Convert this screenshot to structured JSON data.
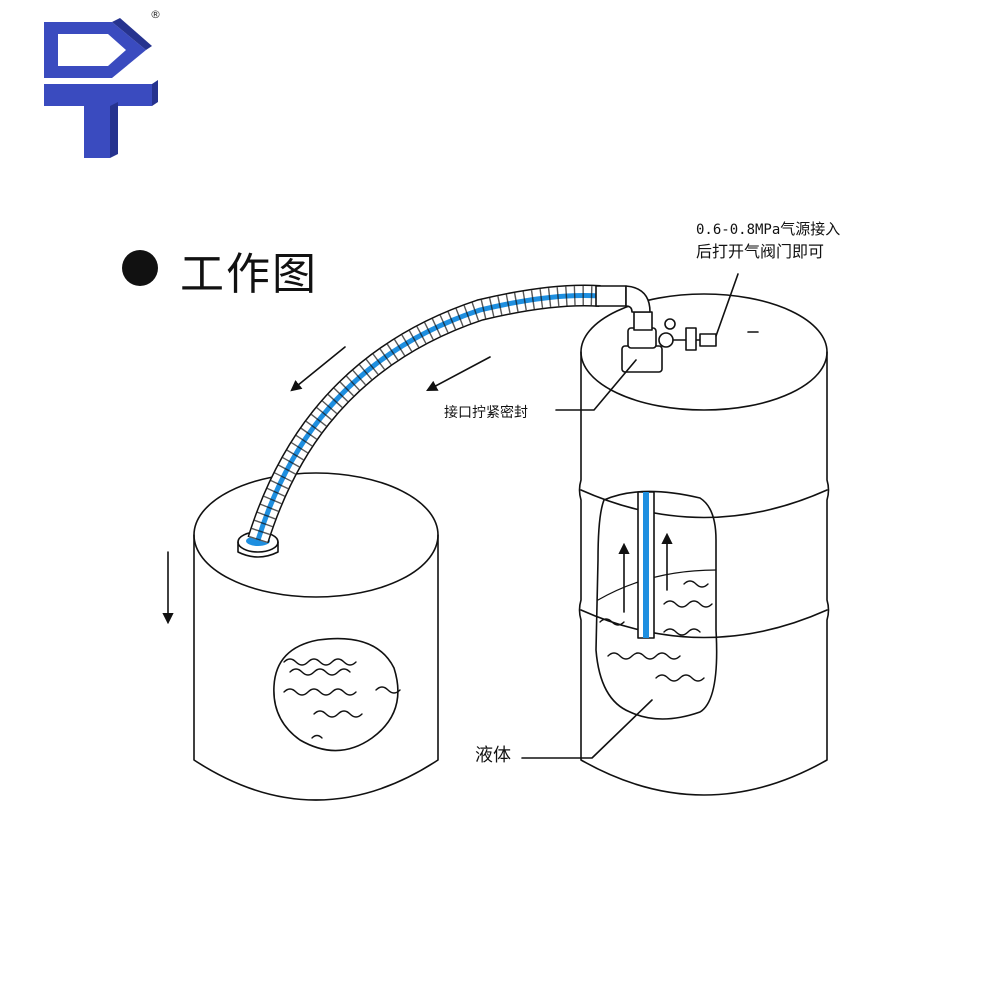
{
  "brand": {
    "registered_mark": "®"
  },
  "page": {
    "title": "工作图"
  },
  "callouts": {
    "air_supply_part1": "0.6-0.8MPa",
    "air_supply_part2": "气源接入",
    "air_supply_line2": "后打开气阀门即可",
    "seal": "接口拧紧密封",
    "liquid": "液体"
  },
  "colors": {
    "logo_blue": "#3a4bbf",
    "logo_dark": "#26338f",
    "pipe_blue": "#1e8fe0",
    "line": "#111111"
  },
  "icons": [
    "logo-icon",
    "flow-arrow-icon",
    "wave-icon",
    "pump-icon"
  ]
}
